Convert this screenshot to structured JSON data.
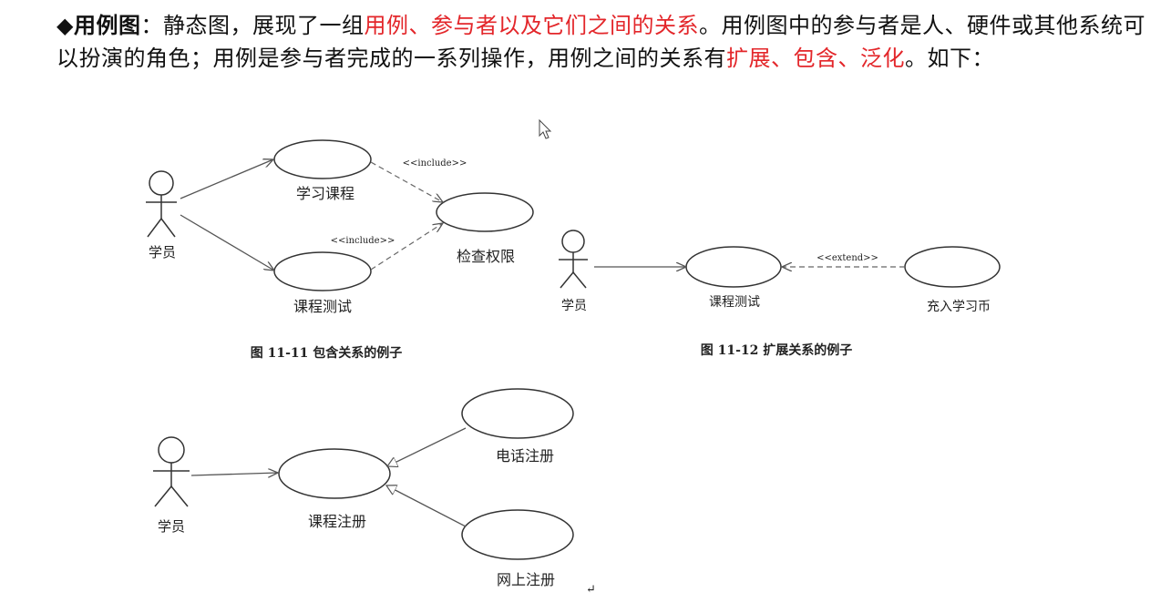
{
  "paragraph": {
    "lead_symbol": "◆",
    "title": "用例图",
    "colon": "：",
    "t1": "静态图，展现了一组",
    "r1": "用例、参与者以及它们之间的关系",
    "t2": "。用例图中的参与者是人、硬件或其他系统可以扮演的角色；用例是参与者完成的一系列操作，用例之间的关系有",
    "r2": "扩展、包含、泛化",
    "t3": "。如下："
  },
  "fig1": {
    "actor": "学员",
    "uc_study": "学习课程",
    "uc_test": "课程测试",
    "uc_check": "检查权限",
    "stereo_top": "<<include>>",
    "stereo_bottom": "<<include>>",
    "caption": "图 11-11 包含关系的例子"
  },
  "fig2": {
    "actor": "学员",
    "uc_test": "课程测试",
    "uc_coin": "充入学习币",
    "stereo": "<<extend>>",
    "caption": "图 11-12 扩展关系的例子"
  },
  "fig3": {
    "actor": "学员",
    "uc_register": "课程注册",
    "uc_phone": "电话注册",
    "uc_online": "网上注册"
  },
  "return_mark": "↵",
  "colors": {
    "text": "#111111",
    "highlight": "#e3262a"
  }
}
